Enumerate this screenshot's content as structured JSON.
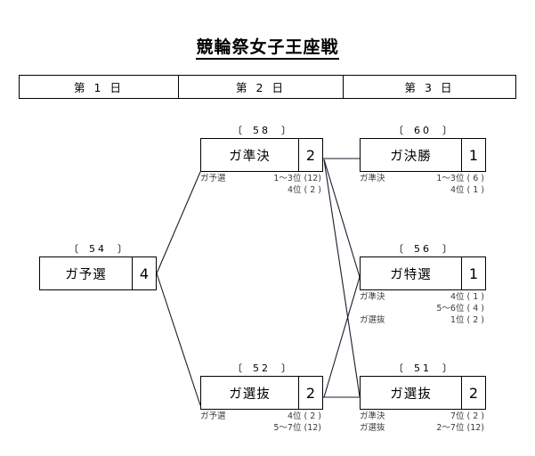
{
  "title": "競輪祭女子王座戦",
  "day_header": {
    "days": [
      {
        "label": "第 1 日"
      },
      {
        "label": "第 2 日"
      },
      {
        "label": "第 3 日"
      }
    ]
  },
  "nodes": {
    "qualifier": {
      "code": "54",
      "name": "ガ予選",
      "count": "4",
      "notes": []
    },
    "semifinal": {
      "code": "58",
      "name": "ガ準決",
      "count": "2",
      "notes": [
        {
          "source": "ガ予選",
          "value": "1〜3位 (12)"
        },
        {
          "source": "",
          "value": "4位 ( 2 )"
        }
      ]
    },
    "selection52": {
      "code": "52",
      "name": "ガ選抜",
      "count": "2",
      "notes": [
        {
          "source": "ガ予選",
          "value": "4位 ( 2 )"
        },
        {
          "source": "",
          "value": "5〜7位 (12)"
        }
      ]
    },
    "final": {
      "code": "60",
      "name": "ガ決勝",
      "count": "1",
      "notes": [
        {
          "source": "ガ準決",
          "value": "1〜3位 ( 6 )"
        },
        {
          "source": "",
          "value": "4位 ( 1 )"
        }
      ]
    },
    "special56": {
      "code": "56",
      "name": "ガ特選",
      "count": "1",
      "notes": [
        {
          "source": "ガ準決",
          "value": "4位 ( 1 )"
        },
        {
          "source": "",
          "value": "5〜6位 ( 4 )"
        },
        {
          "source": "ガ選抜",
          "value": "1位 ( 2 )"
        }
      ]
    },
    "selection51": {
      "code": "51",
      "name": "ガ選抜",
      "count": "2",
      "notes": [
        {
          "source": "ガ準決",
          "value": "7位 ( 2 )"
        },
        {
          "source": "ガ選抜",
          "value": "2〜7位 (12)"
        }
      ]
    }
  },
  "colors": {
    "line": "#1a1a2e",
    "border": "#000000",
    "text": "#000000",
    "note_text": "#3a3a3a",
    "background": "#ffffff"
  }
}
